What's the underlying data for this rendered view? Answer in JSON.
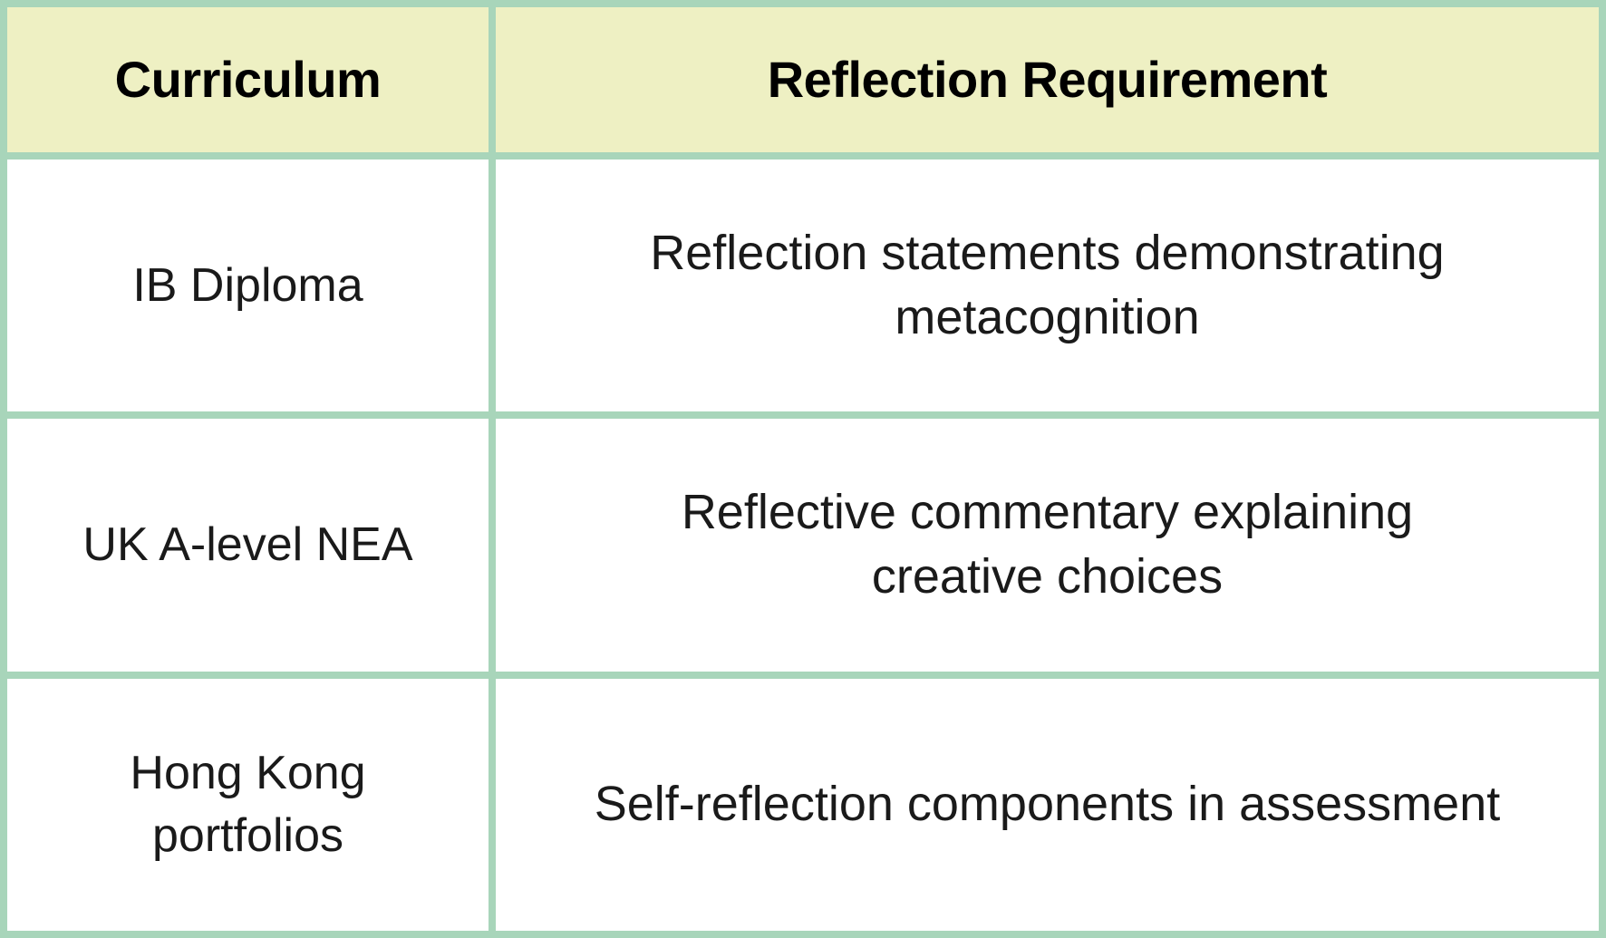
{
  "table": {
    "accent_border_color": "#a8d5ba",
    "header_fill_color": "#eef0c3",
    "cell_fill_color": "#ffffff",
    "text_color": "#000000",
    "columns": [
      {
        "key": "curriculum",
        "label": "Curriculum"
      },
      {
        "key": "requirement",
        "label": "Reflection Requirement"
      }
    ],
    "rows": [
      {
        "curriculum": "IB Diploma",
        "requirement": "Reflection statements demonstrating metacognition"
      },
      {
        "curriculum": "UK A-level NEA",
        "requirement": "Reflective commentary explaining creative choices"
      },
      {
        "curriculum": "Hong Kong portfolios",
        "requirement": "Self-reflection components in assessment"
      }
    ]
  }
}
